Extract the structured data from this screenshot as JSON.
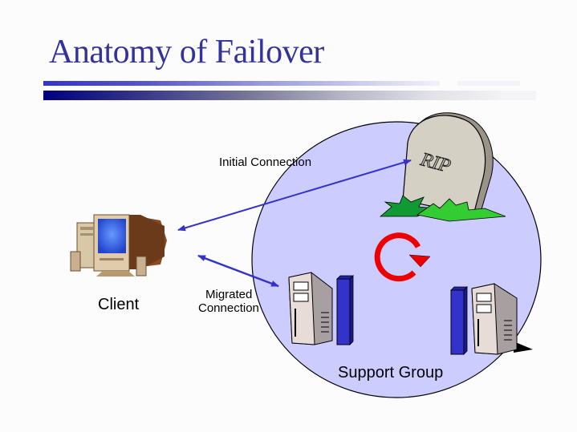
{
  "slide": {
    "title": "Anatomy of Failover"
  },
  "labels": {
    "initial_connection": "Initial Connection",
    "migrated_connection_line1": "Migrated",
    "migrated_connection_line2": "Connection",
    "client": "Client",
    "support_group": "Support Group",
    "tombstone_text": "RIP"
  },
  "colors": {
    "title": "#333399",
    "support_group_fill": "#ccccff",
    "arrow": "#3333cc",
    "failover_cycle": "#ee0000",
    "server_bar": "#3333cc",
    "grass": "#33cc33"
  },
  "icons": {
    "client": "desktop-computer-icon",
    "failed_server": "tombstone-icon",
    "failover": "cycle-arrow-icon",
    "server": "server-tower-icon"
  }
}
